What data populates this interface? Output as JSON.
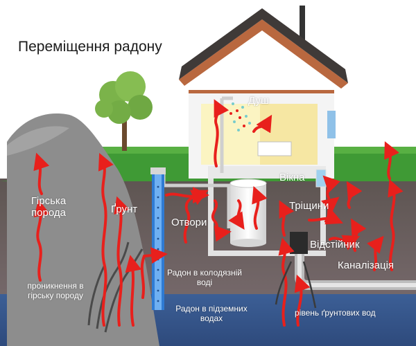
{
  "title": "Переміщення радону",
  "labels": {
    "shower": "Душ",
    "windows": "Вікна",
    "cracks": "Тріщини",
    "openings": "Отвори",
    "sump": "Відстійник",
    "sewer": "Каналізація",
    "rock": "Гірська порода",
    "soil": "Ґрунт",
    "penetration": "проникнення в гірську породу",
    "well_water": "Радон в колодязній воді",
    "groundwater": "Радон в підземних водах",
    "water_table": "рівень ґрунтових вод"
  },
  "colors": {
    "arrow": "#e8201c",
    "soil": "#6e6460",
    "groundwater": "#35578e",
    "grass": "#3f9a35",
    "rock": "#8d8d8d",
    "roof": "#3f3a38",
    "trim": "#b9683f",
    "wall": "#f4f4f4",
    "interior": "#fbf4c2",
    "well_pipe": "#2f7bd3"
  }
}
